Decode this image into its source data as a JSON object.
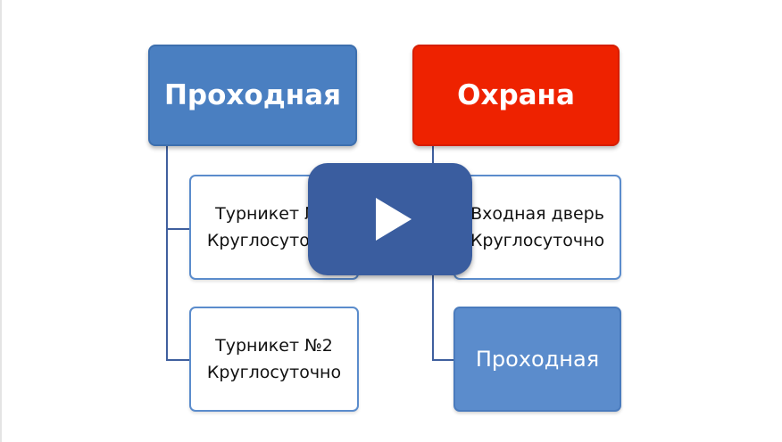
{
  "diagram": {
    "left_group": {
      "title": "Проходная",
      "children": [
        {
          "line1": "Турникет №1",
          "line2": "Круглосуточно"
        },
        {
          "line1": "Турникет №2",
          "line2": "Круглосуточно"
        }
      ]
    },
    "right_group": {
      "title": "Охрана",
      "children": [
        {
          "line1": "Входная дверь",
          "line2": "Круглосуточно"
        },
        {
          "label": "Проходная"
        }
      ]
    }
  },
  "player": {
    "icon": "play-icon"
  },
  "colors": {
    "blue_header": "#4a7fc1",
    "red_header": "#ee2200",
    "child_border": "#5b8ccc",
    "play_button": "#3a5d9f"
  }
}
